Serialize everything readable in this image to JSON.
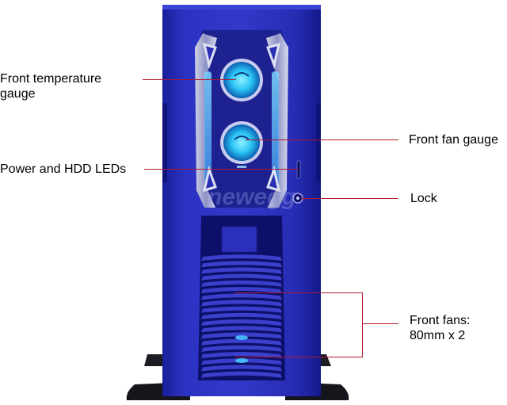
{
  "labels": {
    "front_temp_line1": "Front temperature",
    "front_temp_line2": "gauge",
    "power_hdd": "Power and HDD LEDs",
    "front_fan_gauge": "Front fan gauge",
    "lock": "Lock",
    "front_fans_line1": "Front fans:",
    "front_fans_line2": "80mm x 2"
  },
  "watermark": "newegg",
  "colors": {
    "case_blue": "#2a2fb8",
    "case_dark": "#0d1170",
    "gauge_glow": "#27c8ff",
    "leader_line": "#b0182a",
    "foot_black": "#15151c"
  }
}
